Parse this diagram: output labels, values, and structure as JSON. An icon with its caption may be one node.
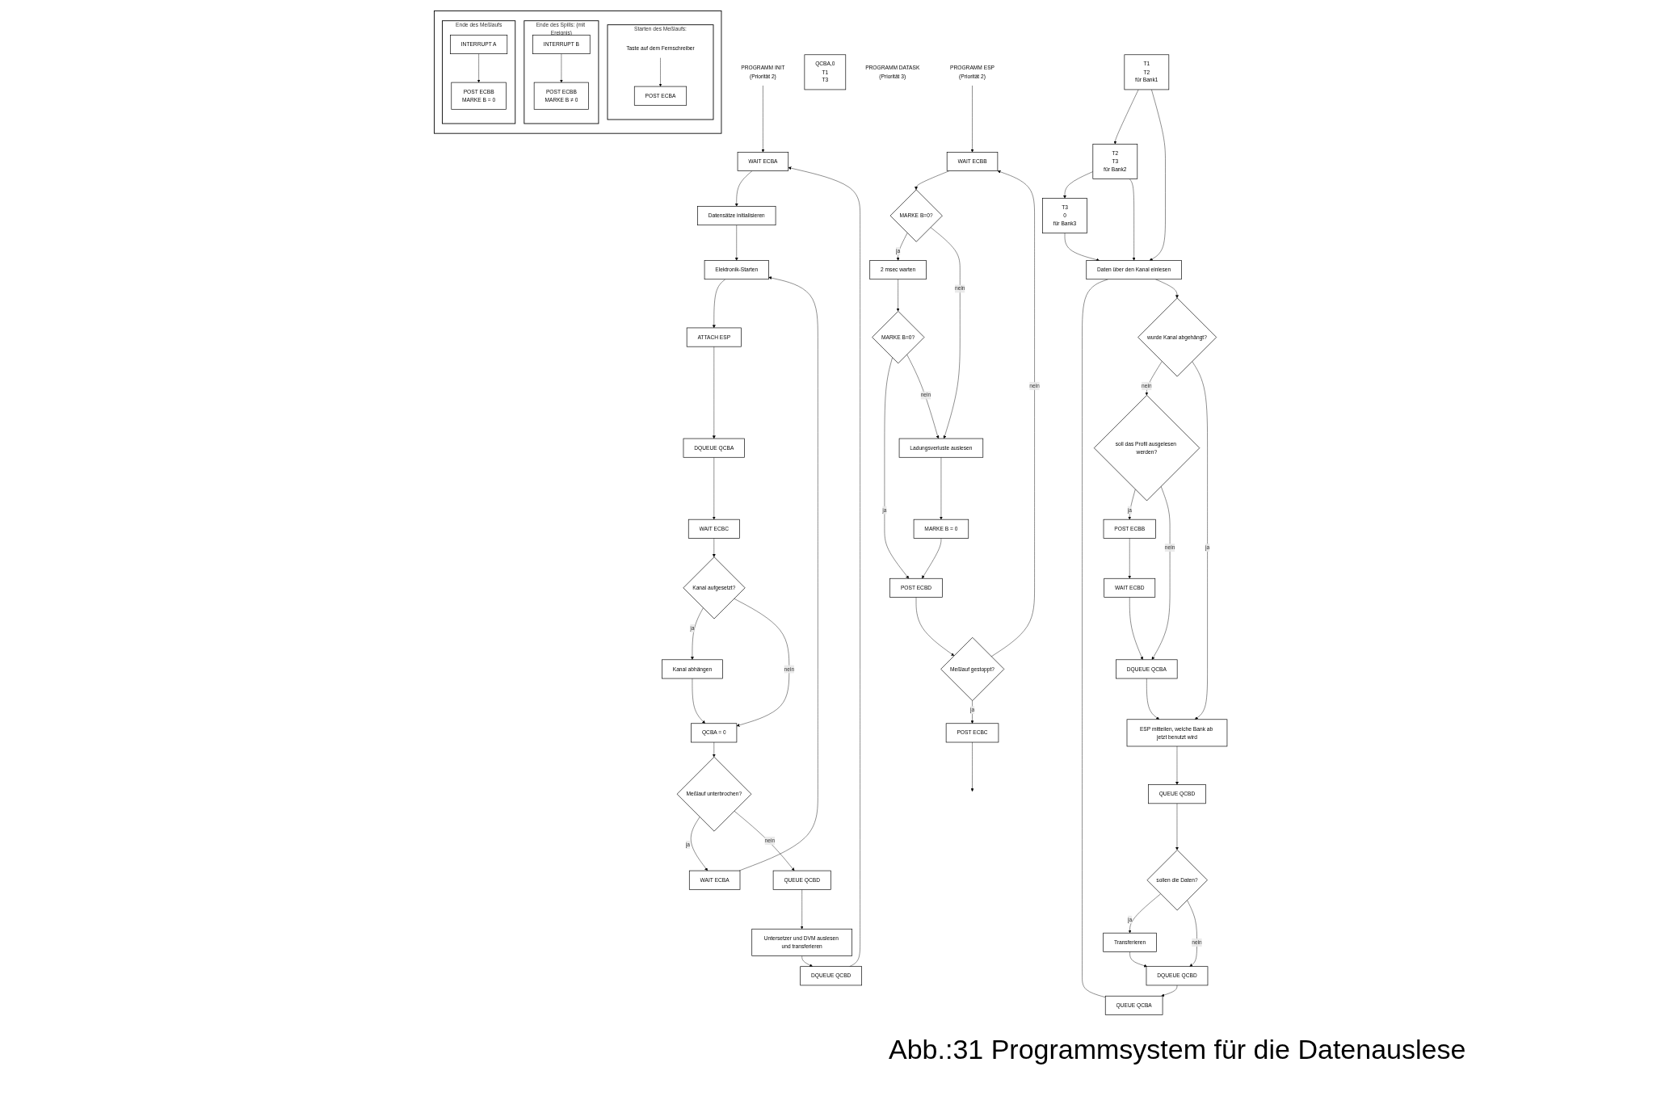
{
  "diagram": {
    "caption": "Abb.:31 Programmsystem für die Datenauslese",
    "nodes": [
      {
        "text": [
          "PROGRAMM INIT",
          "(Priorität 2)"
        ]
      },
      {
        "text": [
          "WAIT ECBA"
        ]
      },
      {
        "text": [
          "Datensätze initialisieren"
        ]
      },
      {
        "text": [
          "Elektronik-Starten"
        ]
      },
      {
        "text": [
          "ATTACH ESP"
        ]
      },
      {
        "text": [
          "DQUEUE QCBA"
        ]
      },
      {
        "text": [
          "WAIT ECBC"
        ]
      },
      {
        "text": [
          "Kanal aufgesetzt?"
        ]
      },
      {
        "text": [
          "Kanal abhängen"
        ]
      },
      {
        "text": [
          "QCBA = 0"
        ]
      },
      {
        "text": [
          "WAIT ECBA"
        ]
      },
      {
        "text": [
          "Meßlauf unterbrochen?"
        ]
      },
      {
        "text": [
          "QUEUE QCBD"
        ]
      },
      {
        "text": [
          "Untersetzer und DVM auslesen und transferieren"
        ]
      },
      {
        "text": [
          "DQUEUE QCBD"
        ]
      },
      {
        "text": [
          "QCBA,0",
          "T1",
          "T3"
        ]
      },
      {
        "text": [
          "PROGRAMM DATASK",
          "(Priorität 3)"
        ]
      },
      {
        "text": [
          "T1",
          "T2",
          "für Bank1"
        ]
      },
      {
        "text": [
          "T2",
          "T3",
          "für Bank2"
        ]
      },
      {
        "text": [
          "T3",
          "0",
          "für Bank3"
        ]
      },
      {
        "text": [
          "QUEUE QCBA"
        ]
      },
      {
        "text": [
          "Daten über den Kanal einlesen"
        ]
      },
      {
        "text": [
          "wurde Kanal abgehängt?"
        ]
      },
      {
        "text": [
          "soll das Profil ausgelesen werden?"
        ]
      },
      {
        "text": [
          "POST ECBB"
        ]
      },
      {
        "text": [
          "WAIT ECBD"
        ]
      },
      {
        "text": [
          "DQUEUE QCBA"
        ]
      },
      {
        "text": [
          "ESP mitteilen, welche Bank ab jetzt benutzt wird"
        ]
      },
      {
        "text": [
          "QUEUE QCBD"
        ]
      },
      {
        "text": [
          "sollen die Daten?"
        ]
      },
      {
        "text": [
          "Transferieren"
        ]
      },
      {
        "text": [
          "DQUEUE QCBD"
        ]
      },
      {
        "text": [
          "PROGRAMM ESP",
          "(Priorität 2)"
        ]
      },
      {
        "text": [
          "WAIT ECBB"
        ]
      },
      {
        "text": [
          "MARKE B=0?"
        ]
      },
      {
        "text": [
          "2 msec warten"
        ]
      },
      {
        "text": [
          "MARKE B=0?"
        ]
      },
      {
        "text": [
          "Ladungsverluste auslesen"
        ]
      },
      {
        "text": [
          "MARKE B = 0"
        ]
      },
      {
        "text": [
          "POST ECBD"
        ]
      },
      {
        "text": [
          "Meßlauf gestoppt?"
        ]
      },
      {
        "text": [
          "POST ECBC"
        ]
      },
      {
        "text": [],
        "shape": "box"
      },
      {
        "text": [
          "Starten des Meßlaufs:"
        ],
        "in": 42
      },
      {
        "text": [
          "Taste auf dem Fernschreiber"
        ],
        "in": 43
      },
      {
        "text": [
          "POST ECBA"
        ],
        "in": 43
      },
      {
        "text": [
          "Ende des Spills: (mit Ereignis)"
        ],
        "in": 42
      },
      {
        "text": [
          "INTERRUPT B"
        ],
        "in": 46
      },
      {
        "text": [
          "POST ECBB",
          "MARKE B ≠ 0"
        ],
        "in": 46
      },
      {
        "text": [
          "Ende des Meßlaufs"
        ],
        "in": 42
      },
      {
        "text": [
          "INTERRUPT A"
        ],
        "in": 49
      },
      {
        "text": [
          "POST ECBB",
          "MARKE B = 0"
        ],
        "in": 49
      }
    ],
    "edges": [
      {
        "from": 0,
        "to": 1,
        "arrow": "to"
      },
      {
        "from": 1,
        "to": 2,
        "arrow": "to"
      },
      {
        "from": 2,
        "to": 3,
        "arrow": "to"
      },
      {
        "from": 3,
        "to": 4,
        "arrow": "to"
      },
      {
        "from": 4,
        "to": 5,
        "arrow": "to"
      },
      {
        "from": 5,
        "to": 6,
        "arrow": "to"
      },
      {
        "from": 6,
        "to": 7,
        "arrow": "to"
      },
      {
        "from": 7,
        "to": 8,
        "arrow": "to",
        "label": "ja"
      },
      {
        "from": 7,
        "to": 9,
        "arrow": "to",
        "label": "nein"
      },
      {
        "from": 8,
        "to": 9,
        "arrow": "to"
      },
      {
        "from": 9,
        "to": 11,
        "arrow": "to"
      },
      {
        "from": 11,
        "to": 10,
        "arrow": "to",
        "label": "ja"
      },
      {
        "from": 10,
        "to": 3,
        "arrow": "to"
      },
      {
        "from": 11,
        "to": 12,
        "arrow": "to",
        "label": "nein"
      },
      {
        "from": 12,
        "to": 13,
        "arrow": "to"
      },
      {
        "from": 13,
        "to": 14,
        "arrow": "to"
      },
      {
        "from": 14,
        "to": 1,
        "arrow": "to"
      },
      {
        "from": 17,
        "to": 18,
        "arrow": "to"
      },
      {
        "from": 18,
        "to": 19,
        "arrow": "to"
      },
      {
        "from": 17,
        "to": 21,
        "arrow": "to"
      },
      {
        "from": 18,
        "to": 21,
        "arrow": "to"
      },
      {
        "from": 19,
        "to": 21,
        "arrow": "to"
      },
      {
        "from": 21,
        "to": 20,
        "arrow": "none"
      },
      {
        "from": 21,
        "to": 22,
        "arrow": "to"
      },
      {
        "from": 22,
        "to": 23,
        "arrow": "to",
        "label": "nein"
      },
      {
        "from": 22,
        "to": 27,
        "arrow": "to",
        "label": "ja"
      },
      {
        "from": 23,
        "to": 24,
        "arrow": "to",
        "label": "ja"
      },
      {
        "from": 23,
        "to": 26,
        "arrow": "to",
        "label": "nein"
      },
      {
        "from": 24,
        "to": 25,
        "arrow": "to"
      },
      {
        "from": 25,
        "to": 26,
        "arrow": "to"
      },
      {
        "from": 26,
        "to": 27,
        "arrow": "to"
      },
      {
        "from": 27,
        "to": 28,
        "arrow": "to"
      },
      {
        "from": 28,
        "to": 29,
        "arrow": "to"
      },
      {
        "from": 29,
        "to": 30,
        "arrow": "to",
        "label": "ja"
      },
      {
        "from": 29,
        "to": 31,
        "arrow": "to",
        "label": "nein"
      },
      {
        "from": 30,
        "to": 31,
        "arrow": "to"
      },
      {
        "from": 31,
        "to": 20,
        "arrow": "to"
      },
      {
        "from": 32,
        "to": 33,
        "arrow": "to"
      },
      {
        "from": 33,
        "to": 34,
        "arrow": "to"
      },
      {
        "from": 34,
        "to": 35,
        "arrow": "to",
        "label": "ja"
      },
      {
        "from": 34,
        "to": 37,
        "arrow": "to",
        "label": "nein"
      },
      {
        "from": 35,
        "to": 36,
        "arrow": "to"
      },
      {
        "from": 36,
        "to": 39,
        "arrow": "to",
        "label": "ja"
      },
      {
        "from": 36,
        "to": 37,
        "arrow": "to",
        "label": "nein"
      },
      {
        "from": 37,
        "to": 38,
        "arrow": "to"
      },
      {
        "from": 38,
        "to": 39,
        "arrow": "to"
      },
      {
        "from": 39,
        "to": 40,
        "arrow": "to"
      },
      {
        "from": 40,
        "to": 33,
        "arrow": "to",
        "label": "nein"
      },
      {
        "from": 40,
        "to": 41,
        "arrow": "to",
        "label": "ja"
      },
      {
        "from": 41,
        "to": null,
        "arrow": "to"
      },
      {
        "from": 44,
        "to": 45,
        "arrow": "to"
      },
      {
        "from": 47,
        "to": 48,
        "arrow": "to"
      },
      {
        "from": 50,
        "to": 51,
        "arrow": "to"
      }
    ]
  }
}
